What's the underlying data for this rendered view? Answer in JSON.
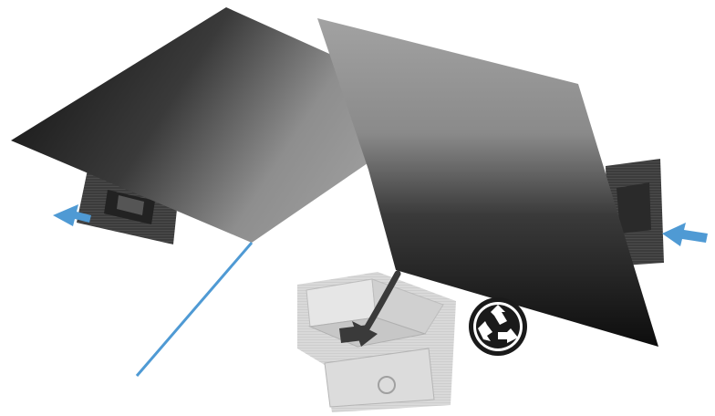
{
  "illustration": {
    "panels": [
      {
        "name": "left-step",
        "action": "remove-from-box",
        "arrow_direction": "left"
      },
      {
        "name": "right-step",
        "action": "recycle-box",
        "arrow_direction": "left"
      }
    ],
    "icons": [
      "recycle-icon",
      "arrow-left-icon",
      "arrow-into-box-icon",
      "open-box-icon"
    ],
    "colors": {
      "accent": "#4f9ad4",
      "panel_dark": "#141414",
      "panel_light": "#9a9a9a",
      "recycle_badge": "#1a1a1a",
      "box": "#cfcfcf"
    }
  }
}
